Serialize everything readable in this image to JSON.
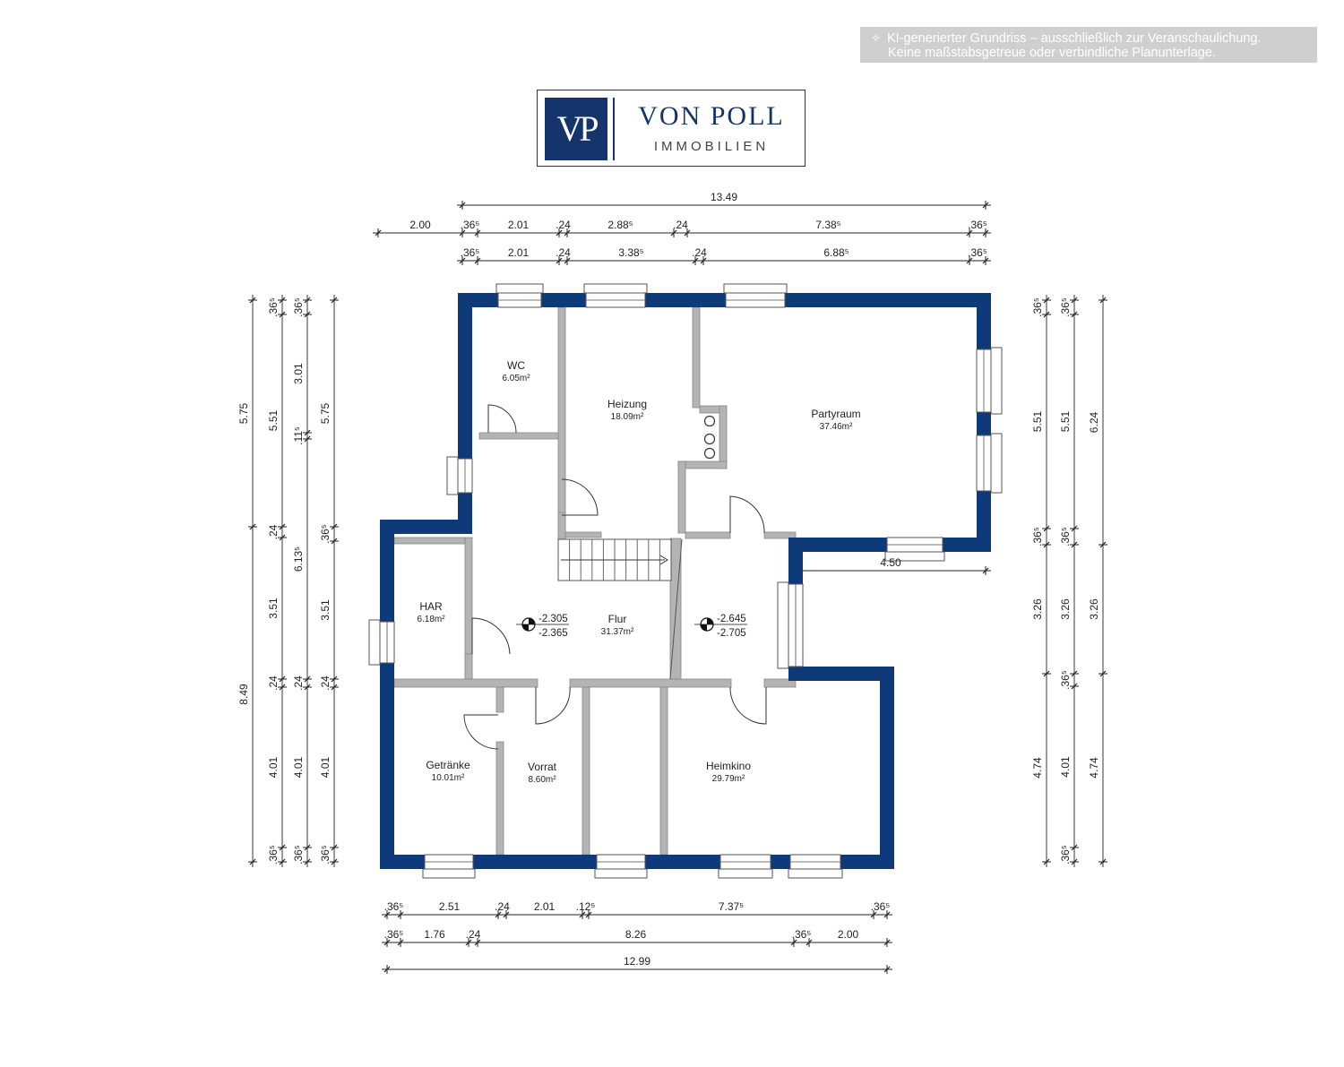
{
  "disclaimer": {
    "line1": "KI-generierter Grundriss – ausschließlich zur Veranschaulichung.",
    "line2": "Keine maßstabsgetreue oder verbindliche Planunterlage.",
    "icon": "sparkle-icon"
  },
  "logo": {
    "mark": "VP",
    "name": "VON POLL",
    "sub": "IMMOBILIEN"
  },
  "colors": {
    "wall": "#0f3a7a",
    "inner_wall": "#b4b4b4",
    "dim_line": "#222222"
  },
  "rooms": [
    {
      "name": "WC",
      "area": "6.05m²"
    },
    {
      "name": "Heizung",
      "area": "18.09m²"
    },
    {
      "name": "Partyraum",
      "area": "37.46m²"
    },
    {
      "name": "HAR",
      "area": "6.18m²"
    },
    {
      "name": "Flur",
      "area": "31.37m²"
    },
    {
      "name": "Getränke",
      "area": "10.01m²"
    },
    {
      "name": "Vorrat",
      "area": "8.60m²"
    },
    {
      "name": "Heimkino",
      "area": "29.79m²"
    }
  ],
  "levels": [
    {
      "top": "-2.305",
      "bottom": "-2.365"
    },
    {
      "top": "-2.645",
      "bottom": "-2.705"
    }
  ],
  "dimensions": {
    "top_overall": "13.49",
    "top_row1": [
      "2.00",
      ".36⁵",
      "2.01",
      ".24",
      "2.88⁵",
      ".24",
      "7.38⁵",
      ".36⁵"
    ],
    "top_row2": [
      ".36⁵",
      "2.01",
      ".24",
      "3.38⁵",
      ".24",
      "6.88⁵",
      ".36⁵"
    ],
    "right_inner": "4.50",
    "bottom_row1": [
      ".36⁵",
      "2.51",
      ".24",
      "2.01",
      ".12⁵",
      "7.37⁵",
      ".36⁵"
    ],
    "bottom_row2": [
      ".36⁵",
      "1.76",
      ".24",
      "8.26",
      ".36⁵",
      "2.00"
    ],
    "bottom_overall": "12.99",
    "left_col1": [
      "5.75",
      "8.49"
    ],
    "left_col2": [
      ".36⁵",
      "5.51",
      ".24",
      "3.51",
      ".24",
      "4.01",
      ".36⁵"
    ],
    "left_col3": [
      ".36⁵",
      "3.01",
      ".11⁵",
      "6.13⁵",
      ".24",
      "4.01",
      ".36⁵"
    ],
    "left_col4": [
      "5.75",
      ".36⁵",
      "3.51",
      ".24",
      "4.01",
      ".36⁵"
    ],
    "right_col1": [
      ".36⁵",
      "5.51",
      ".36⁵",
      "3.26",
      "4.74"
    ],
    "right_col2": [
      ".36⁵",
      "5.51",
      ".36⁵",
      "3.26",
      ".36⁵",
      "4.01",
      ".36⁵"
    ],
    "right_col3": [
      "6.24",
      "3.26",
      "4.74"
    ]
  }
}
